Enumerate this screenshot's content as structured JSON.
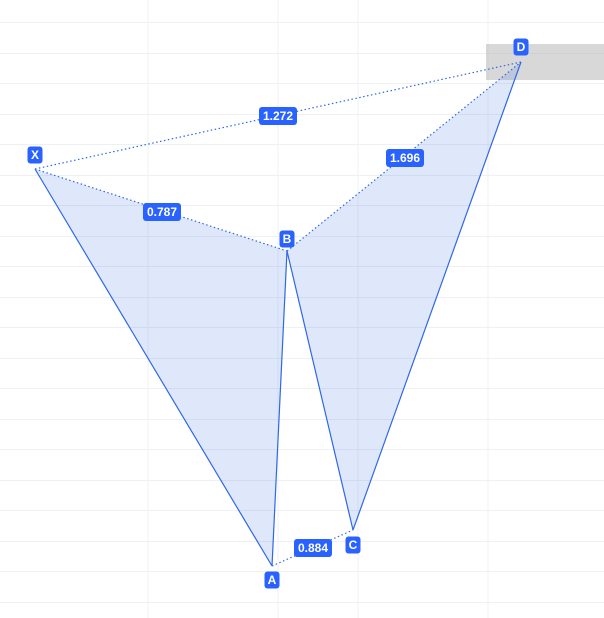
{
  "pattern": {
    "points": [
      {
        "id": "X",
        "label": "X"
      },
      {
        "id": "A",
        "label": "A"
      },
      {
        "id": "B",
        "label": "B"
      },
      {
        "id": "C",
        "label": "C"
      },
      {
        "id": "D",
        "label": "D"
      }
    ],
    "ratios": [
      {
        "id": "xb",
        "from": "X",
        "to": "B",
        "value": "0.787"
      },
      {
        "id": "ac",
        "from": "A",
        "to": "C",
        "value": "0.884"
      },
      {
        "id": "bd",
        "from": "B",
        "to": "D",
        "value": "1.696"
      },
      {
        "id": "xd",
        "from": "X",
        "to": "D",
        "value": "1.272"
      }
    ]
  },
  "colors": {
    "accent": "#2962ff",
    "line": "#2f67e8",
    "fill": "#3b6fe8",
    "grid": "#eef0f3",
    "price_box": "#b8b8b8"
  }
}
